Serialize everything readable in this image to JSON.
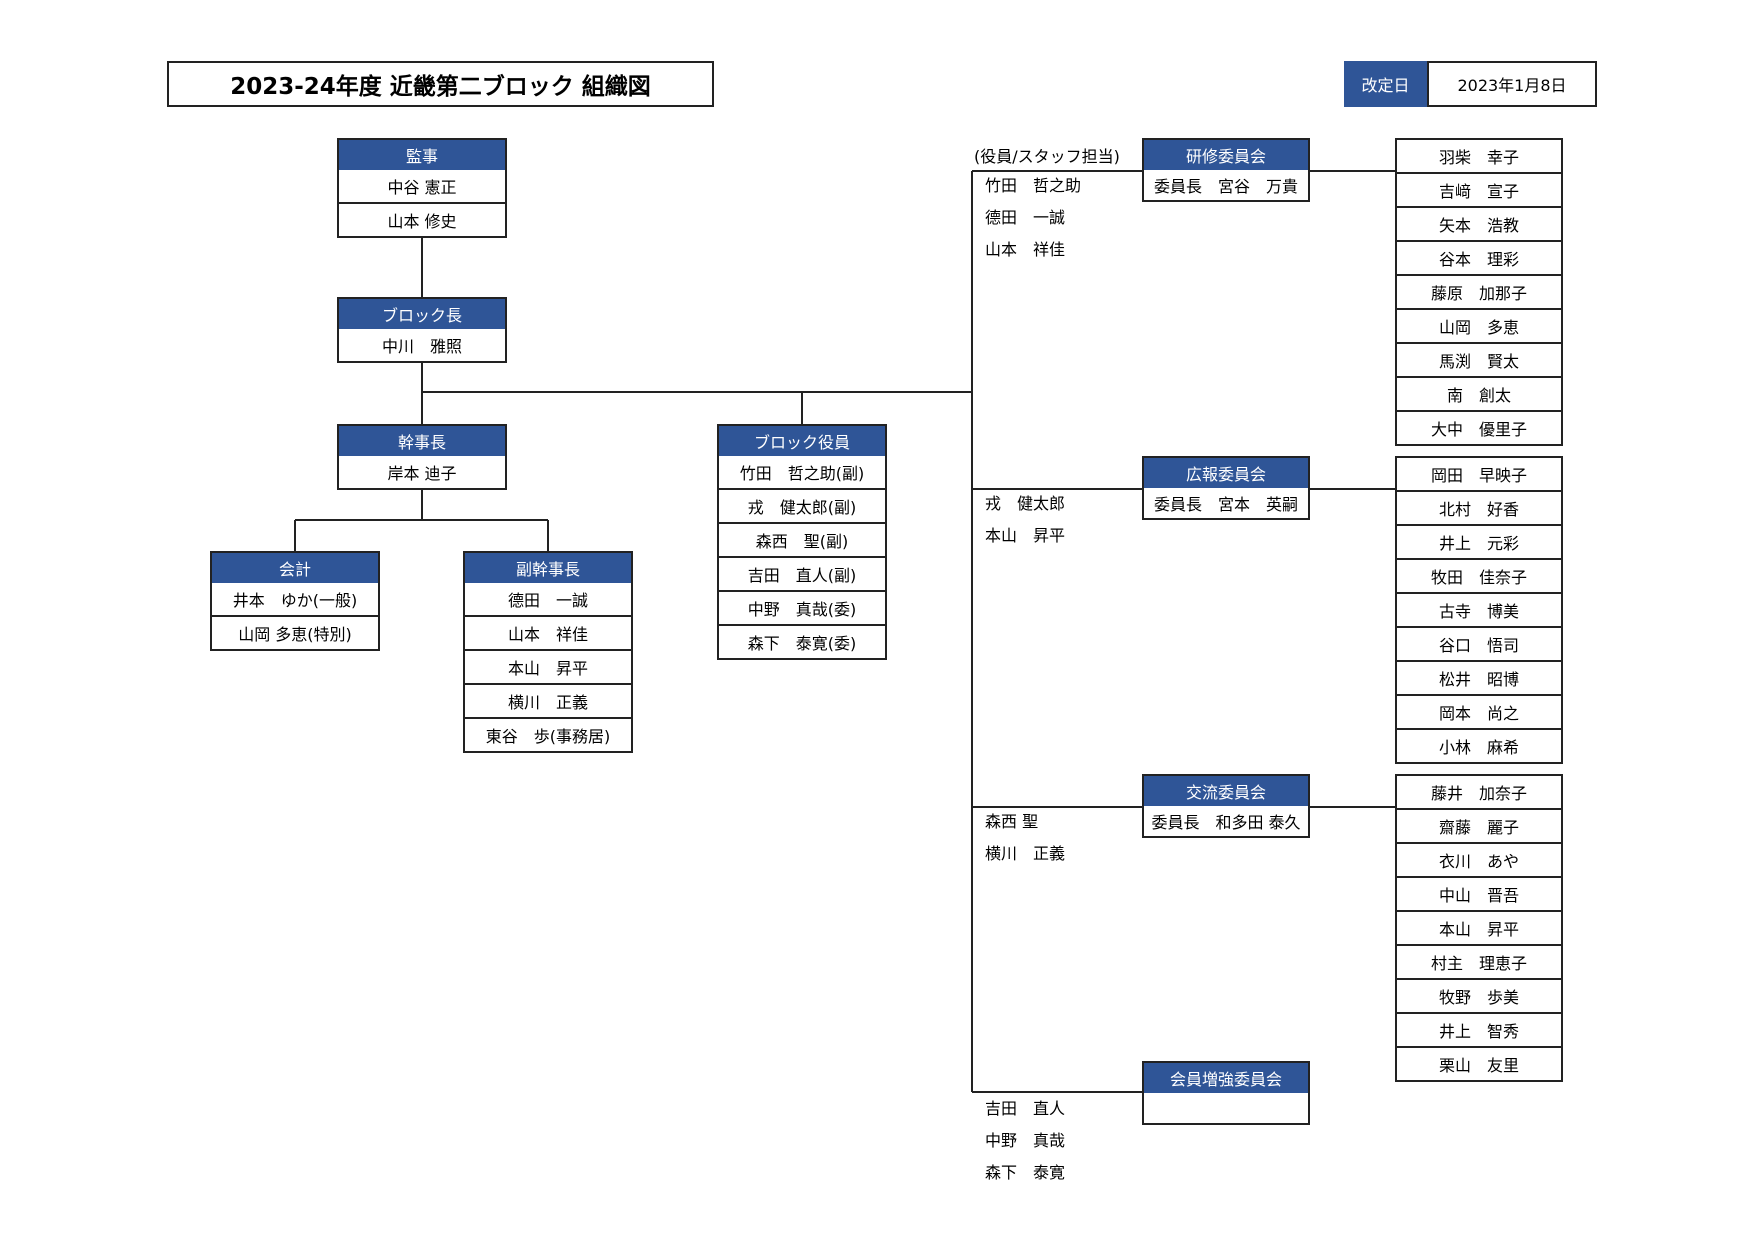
{
  "header": {
    "title": "2023-24年度 近畿第二ブロック 組織図",
    "revision_label": "改定日",
    "revision_date": "2023年1月8日"
  },
  "auditors": {
    "title": "監事",
    "members": [
      "中谷 憲正",
      "山本 修史"
    ]
  },
  "block_chief": {
    "title": "ブロック長",
    "members": [
      "中川　雅照"
    ]
  },
  "secretary_general": {
    "title": "幹事長",
    "members": [
      "岸本 迪子"
    ]
  },
  "accounting": {
    "title": "会計",
    "members": [
      "井本　ゆか(一般)",
      "山岡 多恵(特別)"
    ]
  },
  "vice_secretary": {
    "title": "副幹事長",
    "members": [
      "德田　一誠",
      "山本　祥佳",
      "本山　昇平",
      "横川　正義",
      "東谷　歩(事務居)"
    ]
  },
  "block_officers": {
    "title": "ブロック役員",
    "members": [
      "竹田　哲之助(副)",
      "戎　健太郎(副)",
      "森西　聖(副)",
      "吉田　直人(副)",
      "中野　真哉(委)",
      "森下　泰寛(委)"
    ]
  },
  "officer_label": "(役員/スタッフ担当)",
  "committees": [
    {
      "title": "研修委員会",
      "chair": "委員長　宮谷　万貴",
      "officers": [
        "竹田　哲之助",
        "德田　一誠",
        "山本　祥佳"
      ],
      "members": [
        "羽柴　幸子",
        "吉﨑　宣子",
        "矢本　浩教",
        "谷本　理彩",
        "藤原　加那子",
        "山岡　多恵",
        "馬渕　賢太",
        "南　創太",
        "大中　優里子"
      ]
    },
    {
      "title": "広報委員会",
      "chair": "委員長　宮本　英嗣",
      "officers": [
        "戎　健太郎",
        "本山　昇平"
      ],
      "members": [
        "岡田　早映子",
        "北村　好香",
        "井上　元彩",
        "牧田　佳奈子",
        "古寺　博美",
        "谷口　悟司",
        "松井　昭博",
        "岡本　尚之",
        "小林　麻希"
      ]
    },
    {
      "title": "交流委員会",
      "chair": "委員長　和多田 泰久",
      "officers": [
        "森西 聖",
        "横川　正義"
      ],
      "members": [
        "藤井　加奈子",
        "齋藤　麗子",
        "衣川　あや",
        "中山　晋吾",
        "本山　昇平",
        "村主　理恵子",
        "牧野　歩美",
        "井上　智秀",
        "栗山　友里"
      ]
    },
    {
      "title": "会員増強委員会",
      "chair": "",
      "officers": [
        "吉田　直人",
        "中野　真哉",
        "森下　泰寛"
      ],
      "members": []
    }
  ]
}
